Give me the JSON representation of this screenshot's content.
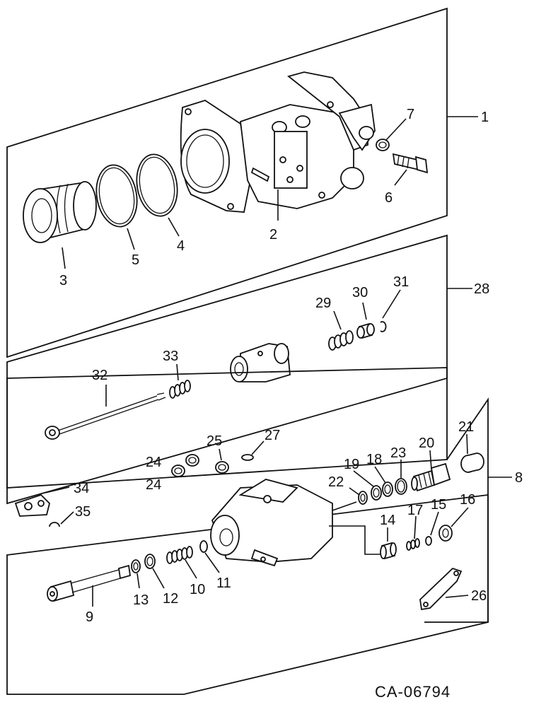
{
  "callouts": {
    "n1": "1",
    "n2": "2",
    "n3": "3",
    "n4": "4",
    "n5": "5",
    "n6": "6",
    "n7": "7",
    "n8": "8",
    "n9": "9",
    "n10": "10",
    "n11": "11",
    "n12": "12",
    "n13": "13",
    "n14": "14",
    "n15": "15",
    "n16": "16",
    "n17": "17",
    "n18": "18",
    "n19": "19",
    "n20": "20",
    "n21": "21",
    "n22": "22",
    "n23": "23",
    "n24a": "24",
    "n24b": "24",
    "n25": "25",
    "n26": "26",
    "n27": "27",
    "n28": "28",
    "n29": "29",
    "n30": "30",
    "n31": "31",
    "n32": "32",
    "n33": "33",
    "n34": "34",
    "n35": "35"
  },
  "figure_code": "CA-06794"
}
